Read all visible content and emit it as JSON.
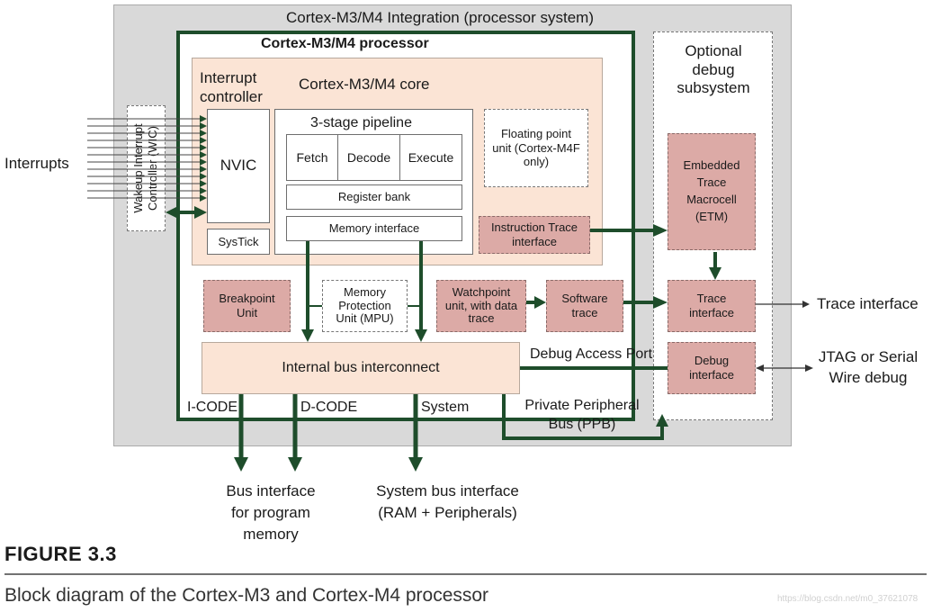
{
  "diagram": {
    "outer_title": "Cortex-M3/M4 Integration (processor system)",
    "processor_title": "Cortex-M3/M4 processor",
    "core_title": "Cortex-M3/M4 core",
    "interrupt_controller": "Interrupt controller",
    "nvic": "NVIC",
    "systick": "SysTick",
    "wic": "Wakeup Interrupt Controller (WIC)",
    "interrupts": "Interrupts",
    "pipeline_title": "3-stage pipeline",
    "fetch": "Fetch",
    "decode": "Decode",
    "execute": "Execute",
    "register_bank": "Register bank",
    "memory_interface": "Memory interface",
    "fpu": "Floating point unit (Cortex-M4F only)",
    "instruction_trace": "Instruction Trace interface",
    "breakpoint": "Breakpoint Unit",
    "mpu": "Memory Protection Unit (MPU)",
    "watchpoint": "Watchpoint unit, with data trace",
    "software_trace": "Software trace",
    "bus_interconnect": "Internal bus interconnect",
    "debug_access_port": "Debug Access Port",
    "i_code": "I-CODE",
    "d_code": "D-CODE",
    "system": "System",
    "ppb": "Private Peripheral Bus (PPB)",
    "optional_debug": "Optional debug subsystem",
    "etm": "Embedded Trace Macrocell (ETM)",
    "trace_interface_block": "Trace interface",
    "debug_interface": "Debug interface",
    "trace_interface_out": "Trace interface",
    "jtag": "JTAG or Serial Wire debug",
    "bus_program_memory": "Bus interface for program memory",
    "system_bus": "System bus interface (RAM + Peripherals)"
  },
  "caption": {
    "figure_label": "FIGURE 3.3",
    "text": "Block diagram of the Cortex-M3 and Cortex-M4 processor",
    "watermark": "https://blog.csdn.net/m0_37621078"
  },
  "colors": {
    "integration_bg": "#d9d9d9",
    "wire_green": "#1e4d2b",
    "core_peach": "#fbe4d5",
    "debug_pink": "#dcaaa6"
  }
}
